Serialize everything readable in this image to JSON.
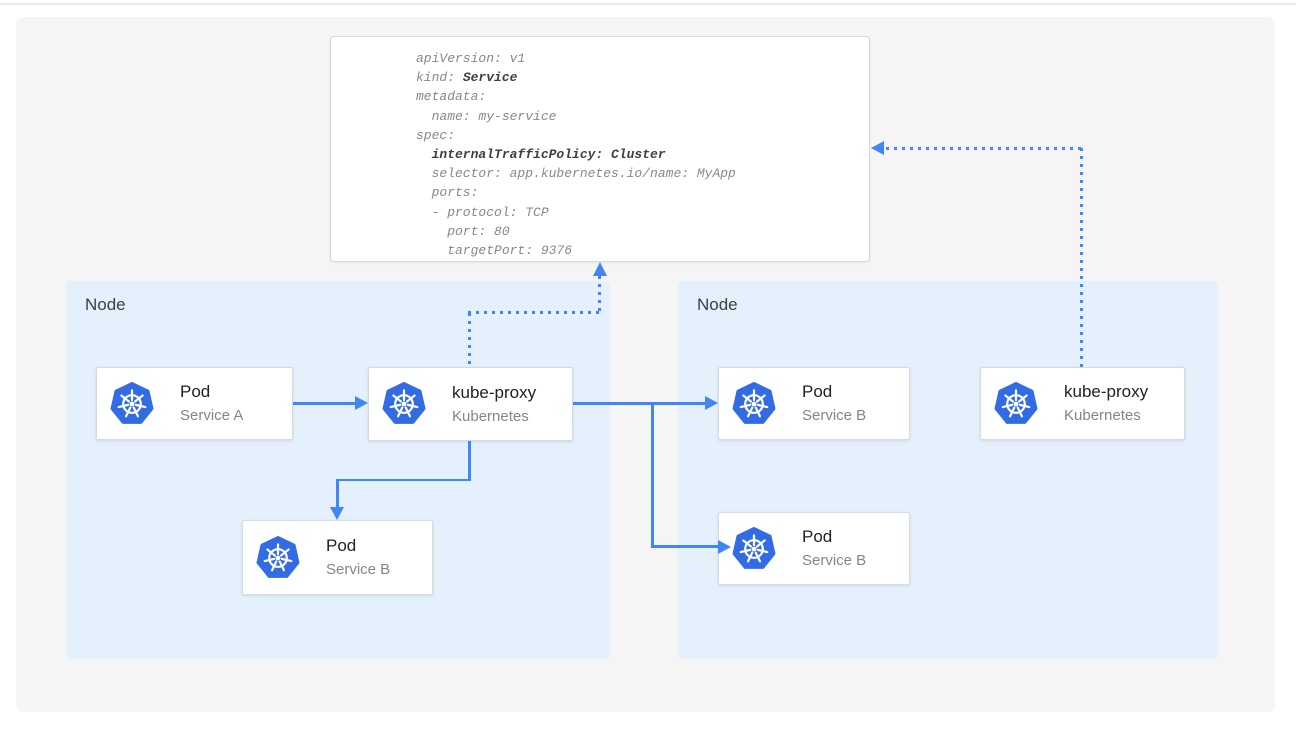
{
  "colors": {
    "arrow": "#4285f4",
    "node_fill": "#e4f1fc",
    "panel_fill": "#f5f5f6",
    "card_border": "#d8dadd",
    "code_text": "#85898d",
    "code_bold": "#3c4043",
    "title_text": "#202124",
    "subtitle_text": "#80868b",
    "node_label": "#3c4043",
    "logo_blue": "#326ce5",
    "top_rule": "#e8eaed"
  },
  "yaml_card": {
    "lines": {
      "l1": "apiVersion: v1",
      "l2a": "kind: ",
      "l2b": "Service",
      "l3": "metadata:",
      "l4": "  name: my-service",
      "l5": "spec:",
      "l6": "  internalTrafficPolicy: Cluster",
      "l7": "  selector: app.kubernetes.io/name: MyApp",
      "l8": "  ports:",
      "l9": "  - protocol: TCP",
      "l10": "    port: 80",
      "l11": "    targetPort: 9376"
    }
  },
  "nodes": {
    "left": {
      "label": "Node"
    },
    "right": {
      "label": "Node"
    }
  },
  "cards": {
    "pod_service_a": {
      "title": "Pod",
      "subtitle": "Service A"
    },
    "kube_proxy_left": {
      "title": "kube-proxy",
      "subtitle": "Kubernetes"
    },
    "pod_service_b_left": {
      "title": "Pod",
      "subtitle": "Service B"
    },
    "pod_service_b_right_top": {
      "title": "Pod",
      "subtitle": "Service B"
    },
    "pod_service_b_right_bottom": {
      "title": "Pod",
      "subtitle": "Service B"
    },
    "kube_proxy_right": {
      "title": "kube-proxy",
      "subtitle": "Kubernetes"
    }
  }
}
